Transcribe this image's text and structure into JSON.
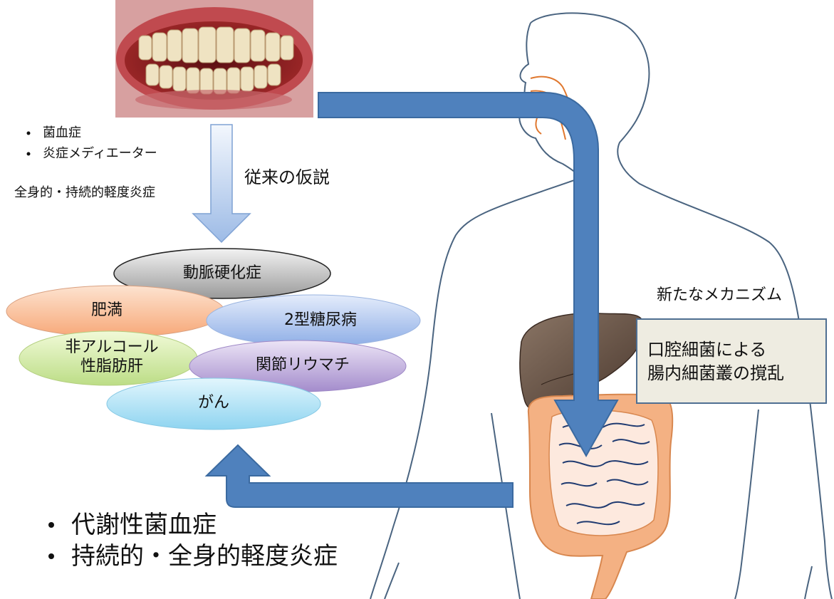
{
  "top_bullets": {
    "items": [
      "菌血症",
      "炎症メディエーター"
    ],
    "subtitle": "全身的・持続的軽度炎症"
  },
  "conventional_hypothesis": "従来の仮説",
  "new_mechanism": "新たなメカニズム",
  "mechanism_box": {
    "line1": "口腔細菌による",
    "line2": "腸内細菌叢の撹乱"
  },
  "diseases": {
    "atherosclerosis": "動脈硬化症",
    "obesity": "肥満",
    "diabetes": "2型糖尿病",
    "nafld_line1": "非アルコール",
    "nafld_line2": "性脂肪肝",
    "rheumatism": "関節リウマチ",
    "cancer": "がん"
  },
  "bottom_bullets": [
    "代謝性菌血症",
    "持続的・全身的軽度炎症"
  ],
  "colors": {
    "arrow_blue": "#4f81bd",
    "arrow_light": "#c6d9f1",
    "liver": "#6b5344",
    "intestine": "#f4b183",
    "intestine_line": "#1f3a70",
    "body_outline": "#4a6480"
  }
}
